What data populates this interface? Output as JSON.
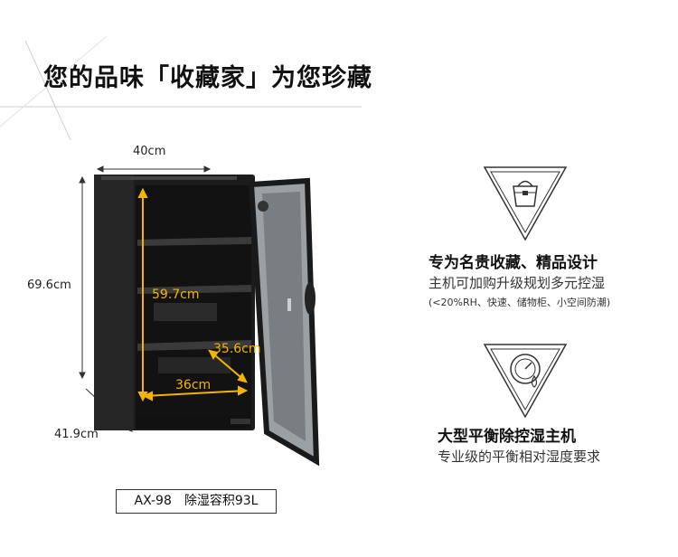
{
  "heading": {
    "title": "您的品味「收藏家」为您珍藏"
  },
  "dimensions": {
    "width": "40cm",
    "height": "69.6cm",
    "depth": "41.9cm",
    "inner_height": "59.7cm",
    "inner_depth": "35.6cm",
    "inner_width": "36cm"
  },
  "model": {
    "label": "AX-98　除湿容积93L"
  },
  "features": [
    {
      "icon": "handbag-icon",
      "title": "专为名贵收藏、精品设计",
      "subtitle": "主机可加购升级规划多元控湿",
      "note": "(<20%RH、快速、储物柜、小空间防潮)"
    },
    {
      "icon": "hygrometer-icon",
      "title": "大型平衡除控湿主机",
      "subtitle": "专业级的平衡相对湿度要求"
    }
  ],
  "colors": {
    "accent": "#f5b400",
    "cabinet": "#1c1c1c",
    "text": "#222222"
  }
}
